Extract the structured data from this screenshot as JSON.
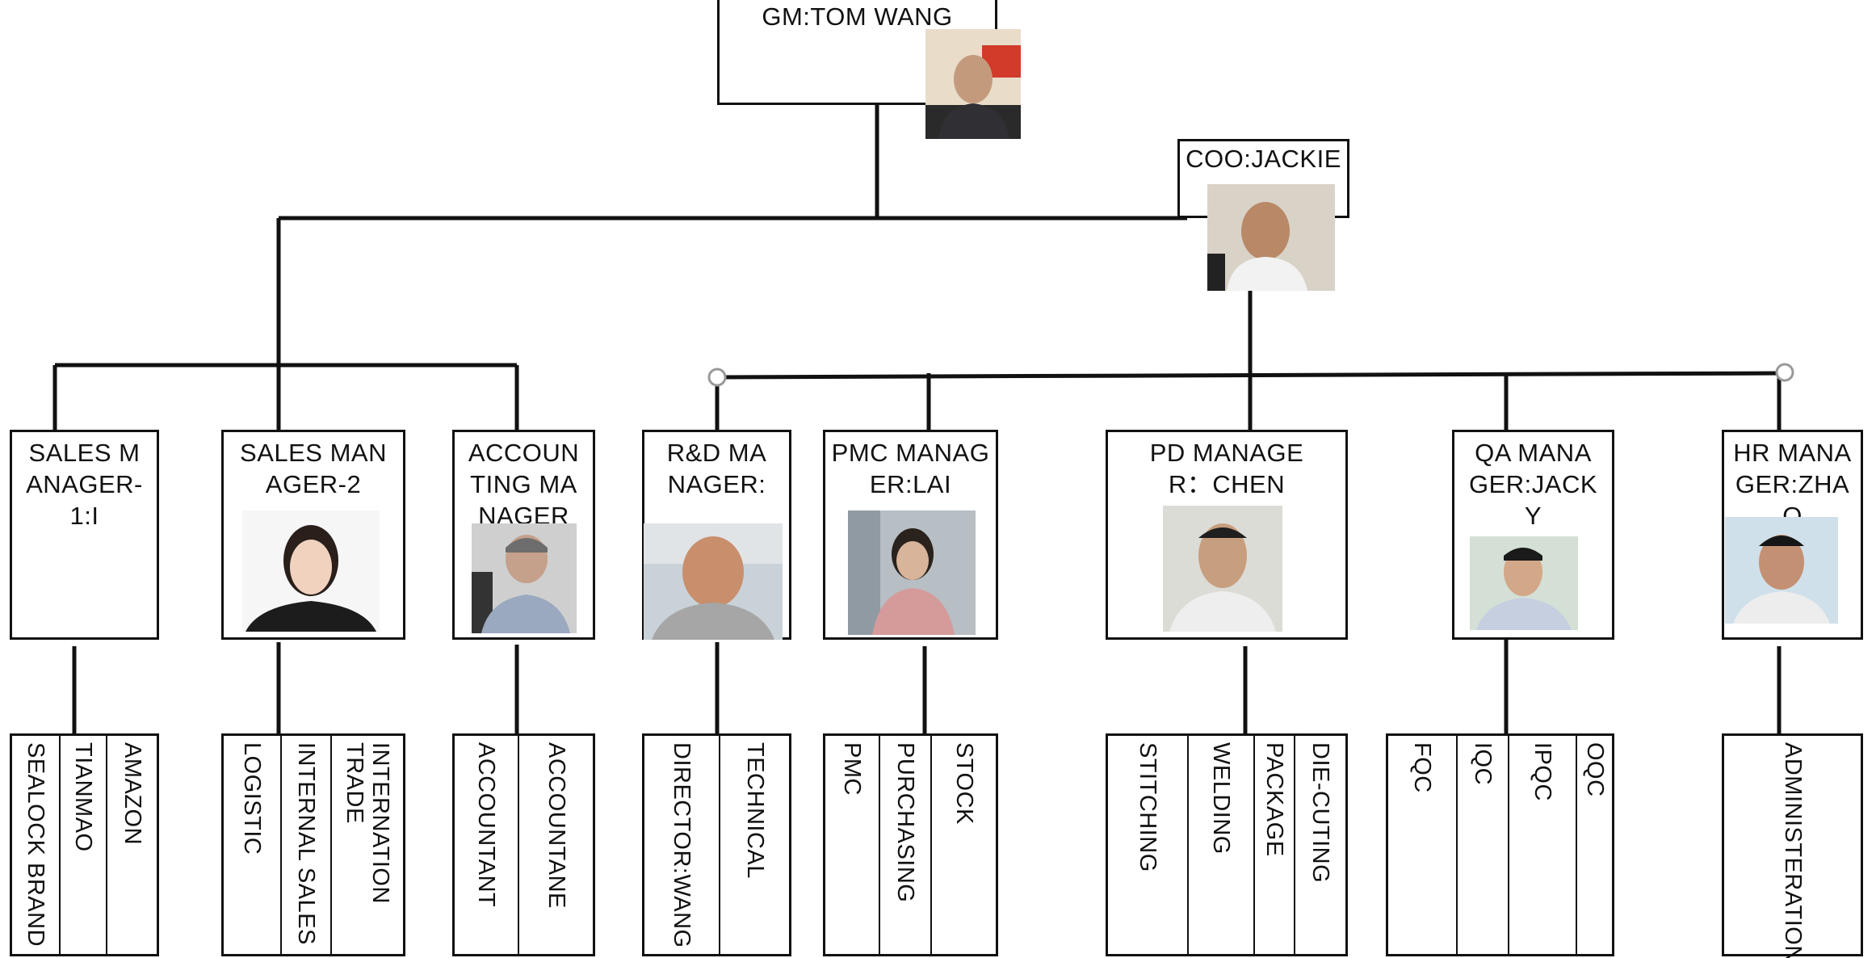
{
  "gm": {
    "title": "GM:TOM WANG"
  },
  "coo": {
    "title": "COO:JACKIE"
  },
  "managers": [
    {
      "id": "sales1",
      "title": "SALES MANAGER-1:I",
      "departments": [
        "SEALOCK BRAND",
        "TIANMAO",
        "AMAZON"
      ]
    },
    {
      "id": "sales2",
      "title": "SALES MANAGER-2",
      "departments": [
        "LOGISTIC",
        "INTERNAL SALES",
        "INTERNATION TRADE"
      ]
    },
    {
      "id": "accounting",
      "title": "ACCOUNTING MANAGER",
      "departments": [
        "ACCOUNTANT",
        "ACCOUNTANE"
      ]
    },
    {
      "id": "rnd",
      "title": "R&D MANAGER:",
      "departments": [
        "DIRECTOR:WANG",
        "TECHNICAL"
      ]
    },
    {
      "id": "pmc",
      "title": "PMC MANAGER:LAI",
      "departments": [
        "PMC",
        "PURCHASING",
        "STOCK"
      ]
    },
    {
      "id": "pd",
      "title": "PD MANAGER：CHEN",
      "departments": [
        "STITCHING",
        "WELDING",
        "PACKAGE",
        "DIE-CUTING"
      ]
    },
    {
      "id": "qa",
      "title": "QA MANAGER:JACKY",
      "departments": [
        "FQC",
        "IQC",
        "IPQC",
        "OQC"
      ]
    },
    {
      "id": "hr",
      "title": "HR MANAGER:ZHAO",
      "departments": [
        "ADMINISTERATION"
      ]
    }
  ]
}
